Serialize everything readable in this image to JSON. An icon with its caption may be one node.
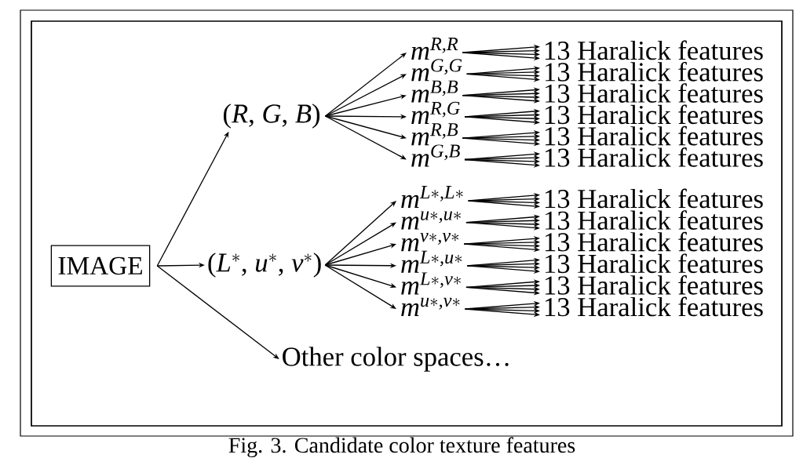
{
  "diagram": {
    "caption": "Fig. 3. Candidate color texture features",
    "nodes": [
      {
        "text": [
          "IMAGE"
        ]
      },
      {
        "text": [
          "(*R*, *G*, *B*)"
        ]
      },
      {
        "text": [
          "(*L*$^{∗}$, *u*$^{∗}$, *v*$^{∗}$)"
        ]
      },
      {
        "text": [
          "Other color spaces…"
        ]
      },
      {
        "text": [
          "m$^{R,R}$"
        ]
      },
      {
        "text": [
          "13 Haralick features"
        ]
      },
      {
        "text": [
          "m$^{G,G}$"
        ]
      },
      {
        "text": [
          "13 Haralick features"
        ]
      },
      {
        "text": [
          "m$^{B,B}$"
        ]
      },
      {
        "text": [
          "13 Haralick features"
        ]
      },
      {
        "text": [
          "m$^{R,G}$"
        ]
      },
      {
        "text": [
          "13 Haralick features"
        ]
      },
      {
        "text": [
          "m$^{R,B}$"
        ]
      },
      {
        "text": [
          "13 Haralick features"
        ]
      },
      {
        "text": [
          "m$^{G,B}$"
        ]
      },
      {
        "text": [
          "13 Haralick features"
        ]
      },
      {
        "text": [
          "m$^{L∗,L∗}$"
        ]
      },
      {
        "text": [
          "13 Haralick features"
        ]
      },
      {
        "text": [
          "m$^{u∗,u∗}$"
        ]
      },
      {
        "text": [
          "13 Haralick features"
        ]
      },
      {
        "text": [
          "m$^{v∗,v∗}$"
        ]
      },
      {
        "text": [
          "13 Haralick features"
        ]
      },
      {
        "text": [
          "m$^{L∗,u∗}$"
        ]
      },
      {
        "text": [
          "13 Haralick features"
        ]
      },
      {
        "text": [
          "m$^{L∗,v∗}$"
        ]
      },
      {
        "text": [
          "13 Haralick features"
        ]
      },
      {
        "text": [
          "m$^{u∗,v∗}$"
        ]
      },
      {
        "text": [
          "13 Haralick features"
        ]
      }
    ],
    "edges": [
      {
        "from": 0,
        "to": 1,
        "arrow": "to"
      },
      {
        "from": 0,
        "to": 2,
        "arrow": "to"
      },
      {
        "from": 0,
        "to": 3,
        "arrow": "to"
      },
      {
        "from": 1,
        "to": 4,
        "arrow": "to"
      },
      {
        "from": 1,
        "to": 6,
        "arrow": "to"
      },
      {
        "from": 1,
        "to": 8,
        "arrow": "to"
      },
      {
        "from": 1,
        "to": 10,
        "arrow": "to"
      },
      {
        "from": 1,
        "to": 12,
        "arrow": "to"
      },
      {
        "from": 1,
        "to": 14,
        "arrow": "to"
      },
      {
        "from": 2,
        "to": 16,
        "arrow": "to"
      },
      {
        "from": 2,
        "to": 18,
        "arrow": "to"
      },
      {
        "from": 2,
        "to": 20,
        "arrow": "to"
      },
      {
        "from": 2,
        "to": 22,
        "arrow": "to"
      },
      {
        "from": 2,
        "to": 24,
        "arrow": "to"
      },
      {
        "from": 2,
        "to": 26,
        "arrow": "to"
      },
      {
        "from": 4,
        "to": 5,
        "arrow": "to"
      },
      {
        "from": 4,
        "to": 5,
        "arrow": "to"
      },
      {
        "from": 4,
        "to": 5,
        "arrow": "to"
      },
      {
        "from": 4,
        "to": 5,
        "arrow": "to"
      },
      {
        "from": 6,
        "to": 7,
        "arrow": "to"
      },
      {
        "from": 6,
        "to": 7,
        "arrow": "to"
      },
      {
        "from": 6,
        "to": 7,
        "arrow": "to"
      },
      {
        "from": 6,
        "to": 7,
        "arrow": "to"
      },
      {
        "from": 8,
        "to": 9,
        "arrow": "to"
      },
      {
        "from": 8,
        "to": 9,
        "arrow": "to"
      },
      {
        "from": 8,
        "to": 9,
        "arrow": "to"
      },
      {
        "from": 8,
        "to": 9,
        "arrow": "to"
      },
      {
        "from": 10,
        "to": 11,
        "arrow": "to"
      },
      {
        "from": 10,
        "to": 11,
        "arrow": "to"
      },
      {
        "from": 10,
        "to": 11,
        "arrow": "to"
      },
      {
        "from": 10,
        "to": 11,
        "arrow": "to"
      },
      {
        "from": 12,
        "to": 13,
        "arrow": "to"
      },
      {
        "from": 12,
        "to": 13,
        "arrow": "to"
      },
      {
        "from": 12,
        "to": 13,
        "arrow": "to"
      },
      {
        "from": 12,
        "to": 13,
        "arrow": "to"
      },
      {
        "from": 14,
        "to": 15,
        "arrow": "to"
      },
      {
        "from": 14,
        "to": 15,
        "arrow": "to"
      },
      {
        "from": 14,
        "to": 15,
        "arrow": "to"
      },
      {
        "from": 14,
        "to": 15,
        "arrow": "to"
      },
      {
        "from": 16,
        "to": 17,
        "arrow": "to"
      },
      {
        "from": 16,
        "to": 17,
        "arrow": "to"
      },
      {
        "from": 16,
        "to": 17,
        "arrow": "to"
      },
      {
        "from": 16,
        "to": 17,
        "arrow": "to"
      },
      {
        "from": 18,
        "to": 19,
        "arrow": "to"
      },
      {
        "from": 18,
        "to": 19,
        "arrow": "to"
      },
      {
        "from": 18,
        "to": 19,
        "arrow": "to"
      },
      {
        "from": 18,
        "to": 19,
        "arrow": "to"
      },
      {
        "from": 20,
        "to": 21,
        "arrow": "to"
      },
      {
        "from": 20,
        "to": 21,
        "arrow": "to"
      },
      {
        "from": 20,
        "to": 21,
        "arrow": "to"
      },
      {
        "from": 20,
        "to": 21,
        "arrow": "to"
      },
      {
        "from": 22,
        "to": 23,
        "arrow": "to"
      },
      {
        "from": 22,
        "to": 23,
        "arrow": "to"
      },
      {
        "from": 22,
        "to": 23,
        "arrow": "to"
      },
      {
        "from": 22,
        "to": 23,
        "arrow": "to"
      },
      {
        "from": 24,
        "to": 25,
        "arrow": "to"
      },
      {
        "from": 24,
        "to": 25,
        "arrow": "to"
      },
      {
        "from": 24,
        "to": 25,
        "arrow": "to"
      },
      {
        "from": 24,
        "to": 25,
        "arrow": "to"
      },
      {
        "from": 26,
        "to": 27,
        "arrow": "to"
      },
      {
        "from": 26,
        "to": 27,
        "arrow": "to"
      },
      {
        "from": 26,
        "to": 27,
        "arrow": "to"
      },
      {
        "from": 26,
        "to": 27,
        "arrow": "to"
      }
    ]
  }
}
